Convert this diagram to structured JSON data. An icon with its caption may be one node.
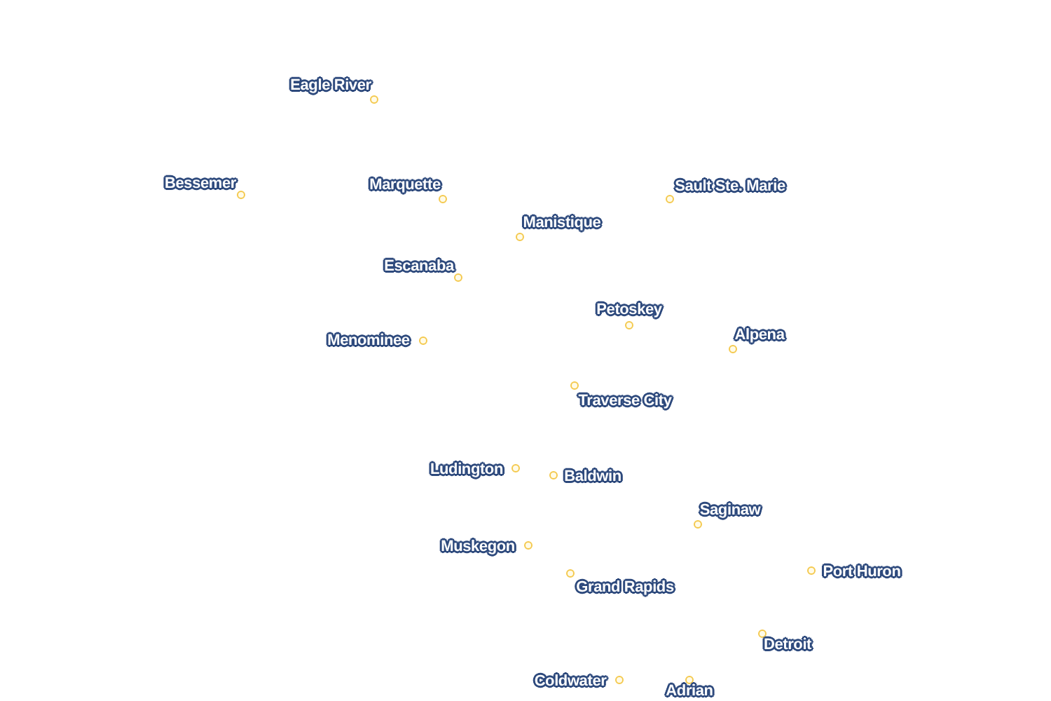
{
  "diagram": {
    "labels": [
      "Eagle River",
      "Bessemer",
      "Marquette",
      "Sault Ste. Marie",
      "Manistique",
      "Escanaba",
      "Menominee",
      "Petoskey",
      "Alpena",
      "Traverse City",
      "Ludington",
      "Baldwin",
      "Saginaw",
      "Muskegon",
      "Port Huron",
      "Grand Rapids",
      "Detroit",
      "Coldwater",
      "Adrian"
    ]
  }
}
